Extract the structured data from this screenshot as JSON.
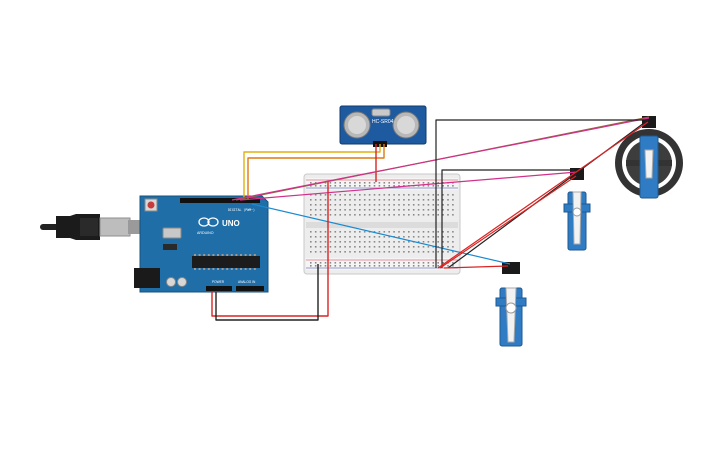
{
  "board": {
    "brand": "ARDUINO",
    "model": "UNO",
    "header_top": "DIGITAL (PWM~)",
    "header_power": "POWER",
    "header_analog": "ANALOG IN"
  },
  "sensor": {
    "model": "HC-SR04"
  },
  "colors": {
    "board": "#1f6ea8",
    "sensor": "#1e5aa0",
    "servo": "#2f7cc4",
    "wheel": "#333333",
    "wire_red": "#d92424",
    "wire_black": "#222222",
    "wire_yellow": "#e0b010",
    "wire_orange": "#e07810",
    "wire_brown": "#8a6a3a",
    "wire_magenta": "#d2308a",
    "wire_blue": "#1a8ad0",
    "breadboard": "#ececec"
  }
}
